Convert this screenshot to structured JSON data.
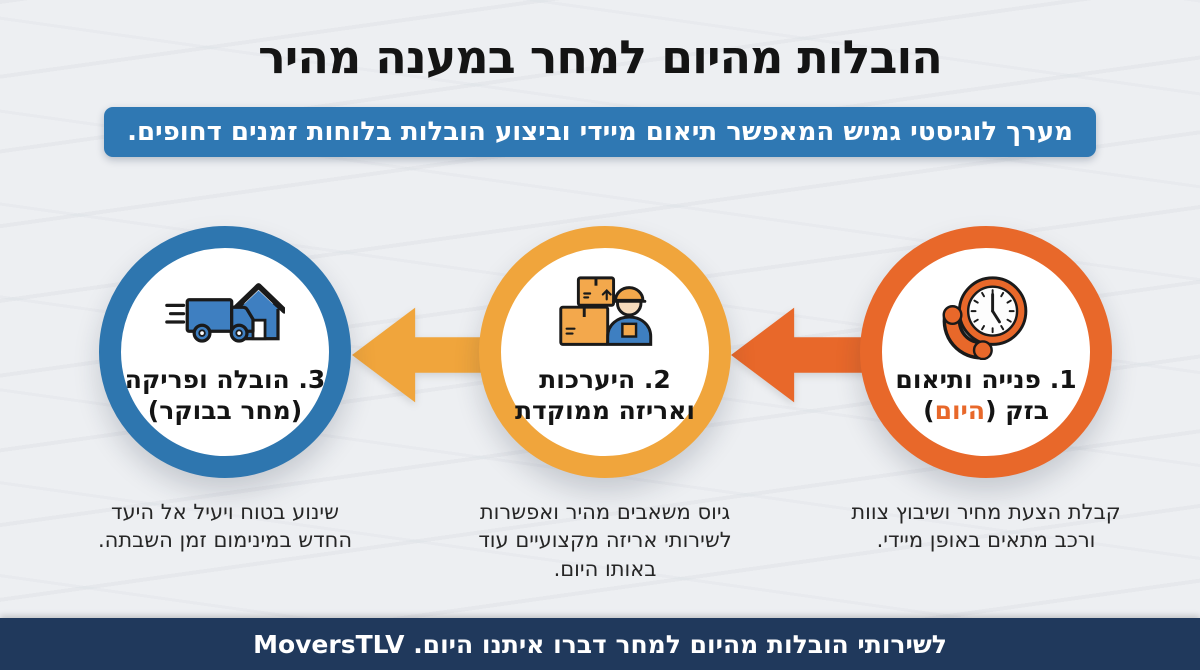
{
  "page": {
    "title": "הובלות מהיום למחר במענה מהיר",
    "subtitle": "מערך לוגיסטי גמיש המאפשר תיאום מיידי וביצוע הובלות בלוחות זמנים דחופים.",
    "footer": "לשירותי הובלות מהיום למחר דברו איתנו היום. MoversTLV"
  },
  "steps": [
    {
      "id": 1,
      "label_line1": "1. פנייה ותיאום",
      "label_line2_prefix": "בזק (",
      "label_line2_accent": "היום",
      "label_line2_suffix": ")",
      "description": "קבלת הצעת מחיר ושיבוץ צוות ורכב מתאים באופן מיידי.",
      "icon": "phone-clock-icon",
      "ring_color": "#E8682A"
    },
    {
      "id": 2,
      "label_line1": "2. היערכות",
      "label_line2": "ואריזה ממוקדת",
      "description": "גיוס משאבים מהיר ואפשרות לשירותי אריזה מקצועיים עוד באותו היום.",
      "icon": "packing-boxes-worker-icon",
      "ring_color": "#F0A53C"
    },
    {
      "id": 3,
      "label_line1": "3. הובלה ופריקה",
      "label_line2": "(מחר בבוקר)",
      "description": "שינוע בטוח ויעיל אל היעד החדש במינימום זמן השבתה.",
      "icon": "truck-house-icon",
      "ring_color": "#2E76AF"
    }
  ],
  "colors": {
    "background": "#EDEFF2",
    "banner_blue": "#2F78B3",
    "step1_orange": "#E8682A",
    "step2_amber": "#F0A53C",
    "step3_blue": "#2E76AF",
    "footer_navy": "#20395C",
    "accent_text_orange": "#E8682A"
  }
}
